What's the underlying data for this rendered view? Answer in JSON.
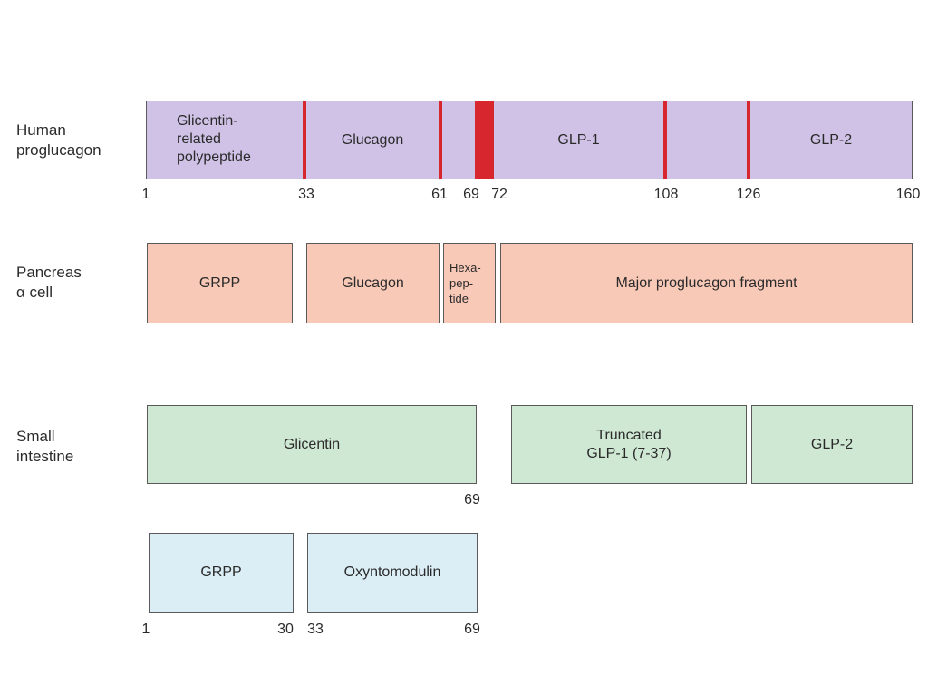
{
  "figure": {
    "rows": [
      {
        "label_line1": "Human",
        "label_line2": "proglucagon"
      },
      {
        "label_line1": "Pancreas",
        "label_line2": "α cell"
      },
      {
        "label_line1": "Small",
        "label_line2": "intestine"
      }
    ],
    "proglucagon": {
      "segments": [
        {
          "label_lines": [
            "Glicentin-",
            "related",
            "polypeptide"
          ]
        },
        {
          "label_lines": [
            "Glucagon"
          ]
        },
        {
          "label_lines": [
            "GLP-1"
          ]
        },
        {
          "label_lines": [
            "GLP-2"
          ]
        }
      ],
      "positions": [
        "1",
        "33",
        "61",
        "69",
        "72",
        "108",
        "126",
        "160"
      ],
      "cleavage_sites": [
        33,
        61,
        69,
        108,
        126
      ],
      "total_length": 160
    },
    "pancreas": {
      "products": [
        {
          "label_lines": [
            "GRPP"
          ]
        },
        {
          "label_lines": [
            "Glucagon"
          ]
        },
        {
          "label_lines": [
            "Hexa-",
            "pep-",
            "tide"
          ]
        },
        {
          "label_lines": [
            "Major proglucagon fragment"
          ]
        }
      ]
    },
    "intestine": {
      "products": [
        {
          "label_lines": [
            "Glicentin"
          ],
          "end_position": "69"
        },
        {
          "label_lines": [
            "Truncated",
            "GLP-1 (7-37)"
          ]
        },
        {
          "label_lines": [
            "GLP-2"
          ]
        }
      ],
      "glicentin_breakdown": [
        {
          "label_lines": [
            "GRPP"
          ],
          "start": "1",
          "end": "30"
        },
        {
          "label_lines": [
            "Oxyntomodulin"
          ],
          "start": "33",
          "end": "69"
        }
      ]
    },
    "colors": {
      "proglucagon_fill": "#cfc2e6",
      "cleavage_red": "#d8262e",
      "pancreas_fill": "#f9c9b8",
      "intestine_fill": "#cfe8d4",
      "glicentin_parts_fill": "#dbeef6",
      "border": "#5a5a5a"
    }
  }
}
